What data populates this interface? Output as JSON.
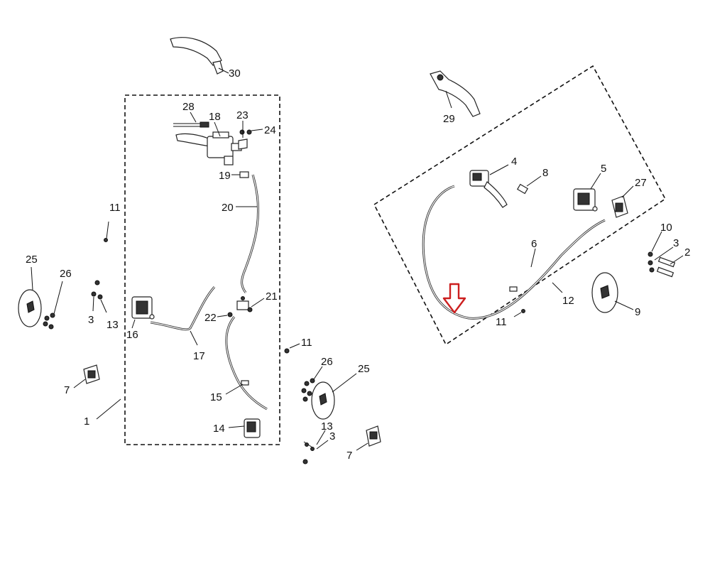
{
  "diagram": {
    "labels": {
      "n30": "30",
      "n28": "28",
      "n18": "18",
      "n23": "23",
      "n24": "24",
      "n19": "19",
      "n20": "20",
      "n11a": "11",
      "n25a": "25",
      "n26a": "26",
      "n3a": "3",
      "n13a": "13",
      "n16": "16",
      "n17": "17",
      "n22": "22",
      "n21": "21",
      "n7a": "7",
      "n1": "1",
      "n15": "15",
      "n14": "14",
      "n11b": "11",
      "n26b": "26",
      "n25b": "25",
      "n13b": "13",
      "n3b": "3",
      "n7b": "7",
      "n29": "29",
      "n4": "4",
      "n8": "8",
      "n5": "5",
      "n27": "27",
      "n10": "10",
      "n3c": "3",
      "n2": "2",
      "n6": "6",
      "n12": "12",
      "n11c": "11",
      "n9": "9"
    },
    "colors": {
      "line": "#111111",
      "highlight_arrow": "#cc1f1f"
    }
  }
}
